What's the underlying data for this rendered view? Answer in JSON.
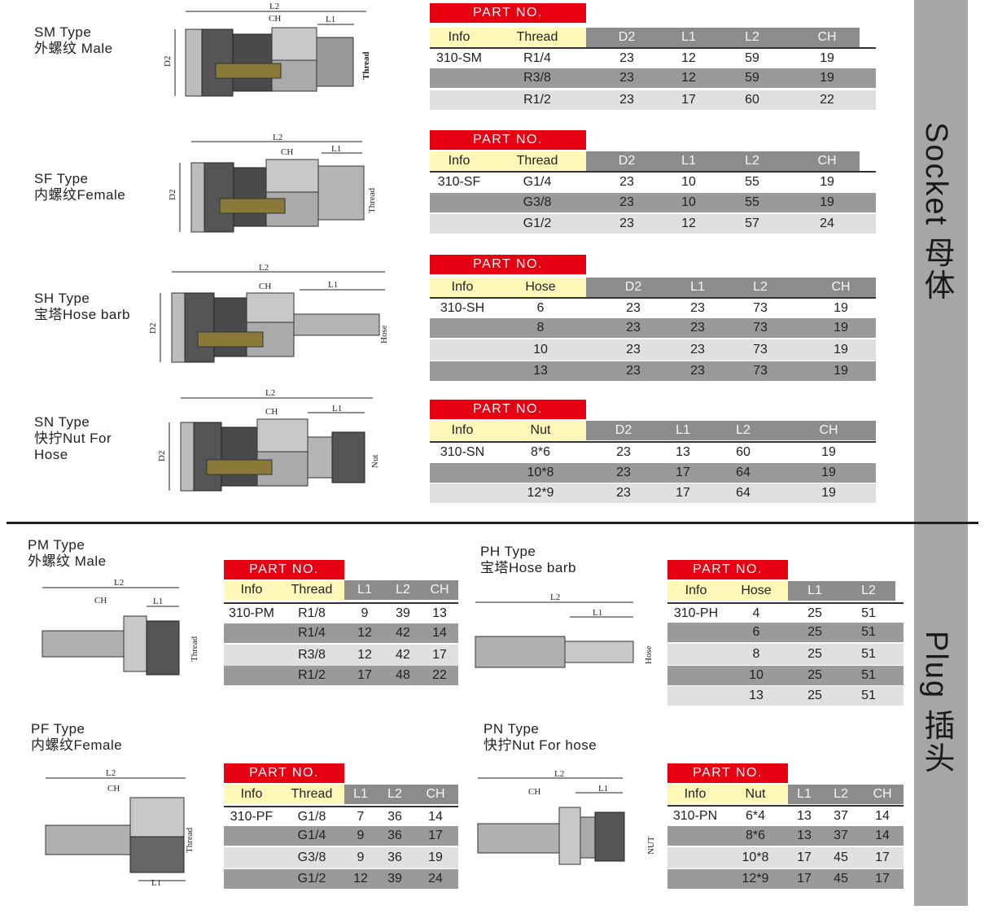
{
  "sidebar": {
    "socket_label": "Socket 母体",
    "plug_label": "Plug 插头"
  },
  "common": {
    "part_no": "PART NO.",
    "info": "Info"
  },
  "drawing_labels": {
    "l1": "L1",
    "l2": "L2",
    "ch": "CH",
    "d2": "D2",
    "thread": "Thread",
    "hose": "Hose",
    "nut": "Nut",
    "nut_upper": "NUT"
  },
  "sections": {
    "sm": {
      "type_line1": "SM Type",
      "type_line2": "外螺纹 Male",
      "headers": [
        "Info",
        "Thread",
        "D2",
        "L1",
        "L2",
        "CH"
      ],
      "rows": [
        [
          "310-SM",
          "R1/4",
          "23",
          "12",
          "59",
          "19"
        ],
        [
          "",
          "R3/8",
          "23",
          "12",
          "59",
          "19"
        ],
        [
          "",
          "R1/2",
          "23",
          "17",
          "60",
          "22"
        ]
      ]
    },
    "sf": {
      "type_line1": "SF Type",
      "type_line2": "内螺纹Female",
      "headers": [
        "Info",
        "Thread",
        "D2",
        "L1",
        "L2",
        "CH"
      ],
      "rows": [
        [
          "310-SF",
          "G1/4",
          "23",
          "10",
          "55",
          "19"
        ],
        [
          "",
          "G3/8",
          "23",
          "10",
          "55",
          "19"
        ],
        [
          "",
          "G1/2",
          "23",
          "12",
          "57",
          "24"
        ]
      ]
    },
    "sh": {
      "type_line1": "SH Type",
      "type_line2": "宝塔Hose barb",
      "headers": [
        "Info",
        "Hose",
        "D2",
        "L1",
        "L2",
        "CH"
      ],
      "rows": [
        [
          "310-SH",
          "6",
          "23",
          "23",
          "73",
          "19"
        ],
        [
          "",
          "8",
          "23",
          "23",
          "73",
          "19"
        ],
        [
          "",
          "10",
          "23",
          "23",
          "73",
          "19"
        ],
        [
          "",
          "13",
          "23",
          "23",
          "73",
          "19"
        ]
      ]
    },
    "sn": {
      "type_line1": "SN Type",
      "type_line2": "快拧Nut For",
      "type_line3": "Hose",
      "headers": [
        "Info",
        "Nut",
        "D2",
        "L1",
        "L2",
        "CH"
      ],
      "rows": [
        [
          "310-SN",
          "8*6",
          "23",
          "13",
          "60",
          "19"
        ],
        [
          "",
          "10*8",
          "23",
          "17",
          "64",
          "19"
        ],
        [
          "",
          "12*9",
          "23",
          "17",
          "64",
          "19"
        ]
      ]
    },
    "pm": {
      "type_line1": "PM Type",
      "type_line2": "外螺纹 Male",
      "headers": [
        "Info",
        "Thread",
        "L1",
        "L2",
        "CH"
      ],
      "rows": [
        [
          "310-PM",
          "R1/8",
          "9",
          "39",
          "13"
        ],
        [
          "",
          "R1/4",
          "12",
          "42",
          "14"
        ],
        [
          "",
          "R3/8",
          "12",
          "42",
          "17"
        ],
        [
          "",
          "R1/2",
          "17",
          "48",
          "22"
        ]
      ]
    },
    "ph": {
      "type_line1": "PH Type",
      "type_line2": "宝塔Hose barb",
      "headers": [
        "Info",
        "Hose",
        "L1",
        "L2"
      ],
      "rows": [
        [
          "310-PH",
          "4",
          "25",
          "51"
        ],
        [
          "",
          "6",
          "25",
          "51"
        ],
        [
          "",
          "8",
          "25",
          "51"
        ],
        [
          "",
          "10",
          "25",
          "51"
        ],
        [
          "",
          "13",
          "25",
          "51"
        ]
      ]
    },
    "pf": {
      "type_line1": "PF Type",
      "type_line2": "内螺纹Female",
      "headers": [
        "Info",
        "Thread",
        "L1",
        "L2",
        "CH"
      ],
      "rows": [
        [
          "310-PF",
          "G1/8",
          "7",
          "36",
          "14"
        ],
        [
          "",
          "G1/4",
          "9",
          "36",
          "17"
        ],
        [
          "",
          "G3/8",
          "9",
          "36",
          "19"
        ],
        [
          "",
          "G1/2",
          "12",
          "39",
          "24"
        ]
      ]
    },
    "pn": {
      "type_line1": "PN Type",
      "type_line2": "快拧Nut For hose",
      "headers": [
        "Info",
        "Nut",
        "L1",
        "L2",
        "CH"
      ],
      "rows": [
        [
          "310-PN",
          "6*4",
          "13",
          "37",
          "14"
        ],
        [
          "",
          "8*6",
          "13",
          "37",
          "14"
        ],
        [
          "",
          "10*8",
          "17",
          "45",
          "17"
        ],
        [
          "",
          "12*9",
          "17",
          "45",
          "17"
        ]
      ]
    }
  }
}
